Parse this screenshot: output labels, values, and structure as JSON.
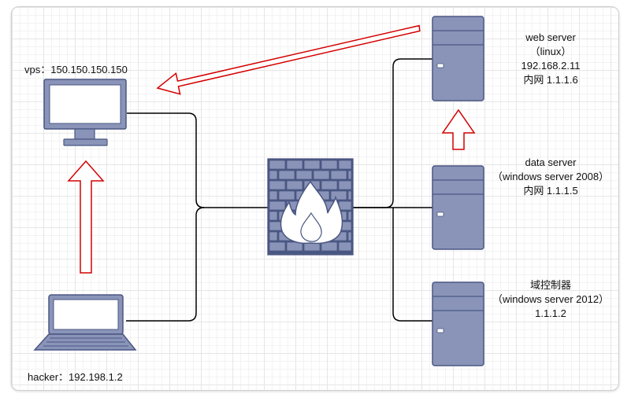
{
  "nodes": {
    "vps": {
      "label": "vps：150.150.150.150",
      "icon": "monitor-icon"
    },
    "hacker": {
      "label": "hacker：192.198.1.2",
      "icon": "laptop-icon"
    },
    "firewall": {
      "icon": "firewall-icon"
    },
    "web_server": {
      "icon": "server-icon",
      "lines": [
        "web server",
        "（linux）",
        "192.168.2.11",
        "内网 1.1.1.6"
      ]
    },
    "data_server": {
      "icon": "server-icon",
      "lines": [
        "data server",
        "（windows server 2008）",
        "内网 1.1.1.5"
      ]
    },
    "domain_controller": {
      "icon": "server-icon",
      "lines": [
        "域控制器",
        "（windows server 2012）",
        "1.1.1.2"
      ]
    }
  },
  "colors": {
    "device_fill": "#8a94b8",
    "device_stroke": "#4b5783",
    "device_light": "#cdd2e4",
    "arrow": "#d40000",
    "wire": "#000000"
  }
}
